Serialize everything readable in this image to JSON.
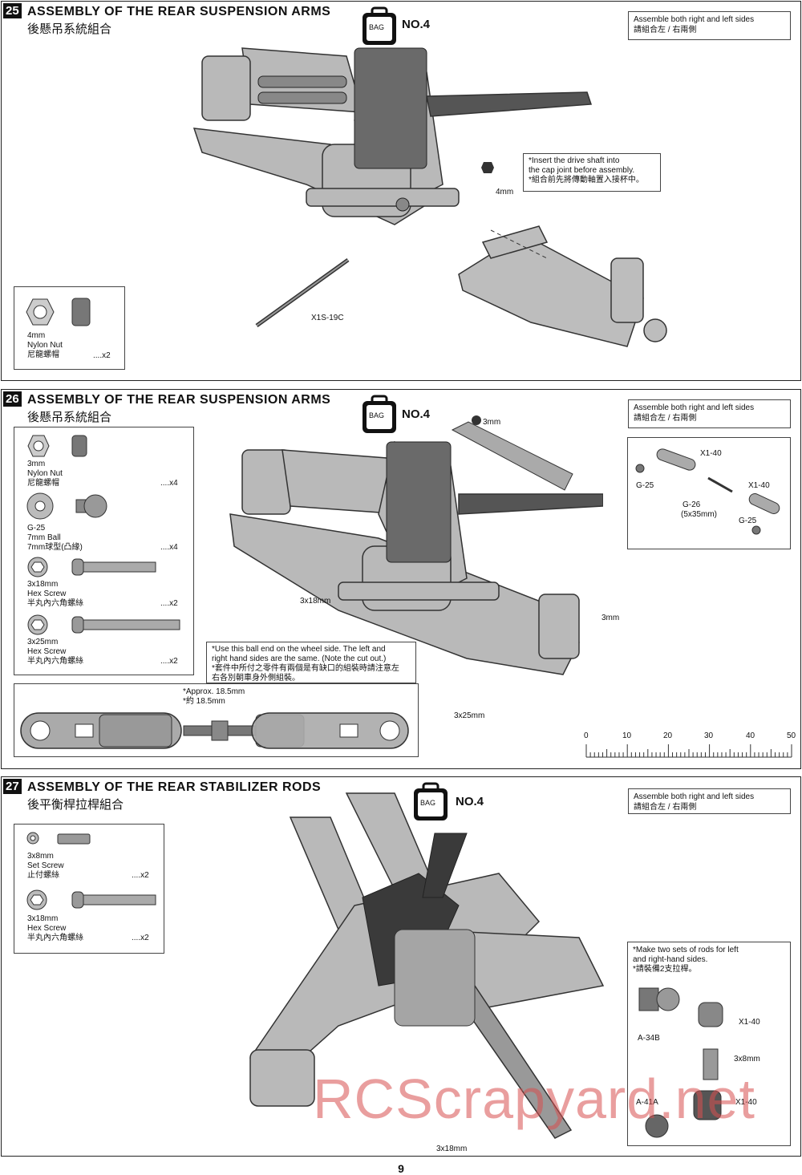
{
  "page_number": "9",
  "watermark": "RCScrapyard.net",
  "steps": [
    {
      "number": "25",
      "title": "ASSEMBLY OF THE REAR SUSPENSION ARMS",
      "subtitle": "後懸吊系統組合",
      "bag_text": "BAG",
      "bag_no": "NO.4",
      "side_note": [
        "Assemble both right and left sides",
        "請組合左 / 右兩側"
      ],
      "callout": [
        "*Insert the drive shaft into",
        "the cap joint before assembly.",
        "*組合前先將傳動軸置入接杯中。"
      ],
      "labels": {
        "nut": "4mm",
        "shaft": "X1S-19C"
      },
      "parts": [
        {
          "lines": [
            "4mm",
            "Nylon Nut",
            "尼龍螺帽"
          ],
          "qty": "....x2"
        }
      ]
    },
    {
      "number": "26",
      "title": "ASSEMBLY OF THE REAR SUSPENSION ARMS",
      "subtitle": "後懸吊系統組合",
      "bag_text": "BAG",
      "bag_no": "NO.4",
      "side_note": [
        "Assemble both right and left sides",
        "請組合左 / 右兩側"
      ],
      "callout": [
        "*Use this ball end on the wheel side. The left and",
        "right hand sides are the same. (Note the cut out.)",
        "*套件中所付之零件有兩個是有缺口的組裝時請注意左",
        "右各別朝車身外側組裝。"
      ],
      "approx": [
        "*Approx. 18.5mm",
        "*約 18.5mm"
      ],
      "labels": {
        "nut_top": "3mm",
        "screw_left": "3x18mm",
        "nut_right": "3mm",
        "screw_bottom": "3x25mm"
      },
      "rod_labels": {
        "x1a": "X1-40",
        "g25a": "G-25",
        "g26": "G-26",
        "g26b": "(5x35mm)",
        "x1b": "X1-40",
        "g25b": "G-25"
      },
      "parts": [
        {
          "lines": [
            "3mm",
            "Nylon Nut",
            "尼龍螺帽"
          ],
          "qty": "....x4"
        },
        {
          "lines": [
            "G-25",
            "7mm Ball",
            "7mm球型(凸緣)"
          ],
          "qty": "....x4"
        },
        {
          "lines": [
            "3x18mm",
            "Hex Screw",
            "半丸內六角螺絲"
          ],
          "qty": "....x2"
        },
        {
          "lines": [
            "3x25mm",
            "Hex Screw",
            "半丸內六角螺絲"
          ],
          "qty": "....x2"
        }
      ],
      "ruler": [
        "0",
        "10",
        "20",
        "30",
        "40",
        "50"
      ]
    },
    {
      "number": "27",
      "title": "ASSEMBLY OF THE REAR STABILIZER RODS",
      "subtitle": "後平衡桿拉桿組合",
      "bag_text": "BAG",
      "bag_no": "NO.4",
      "side_note": [
        "Assemble both right and left sides",
        "請組合左 / 右兩側"
      ],
      "callout": [
        "*Make two sets of rods for left",
        "and right-hand sides.",
        "*請裝備2支拉桿。"
      ],
      "labels": {
        "screw_bottom": "3x18mm"
      },
      "rod_labels": {
        "a34b": "A-34B",
        "x1a": "X1-40",
        "set": "3x8mm",
        "a41a": "A-41A",
        "x1b": "X1-40"
      },
      "parts": [
        {
          "lines": [
            "3x8mm",
            "Set Screw",
            "止付螺絲"
          ],
          "qty": "....x2"
        },
        {
          "lines": [
            "3x18mm",
            "Hex Screw",
            "半丸內六角螺絲"
          ],
          "qty": "....x2"
        }
      ]
    }
  ]
}
